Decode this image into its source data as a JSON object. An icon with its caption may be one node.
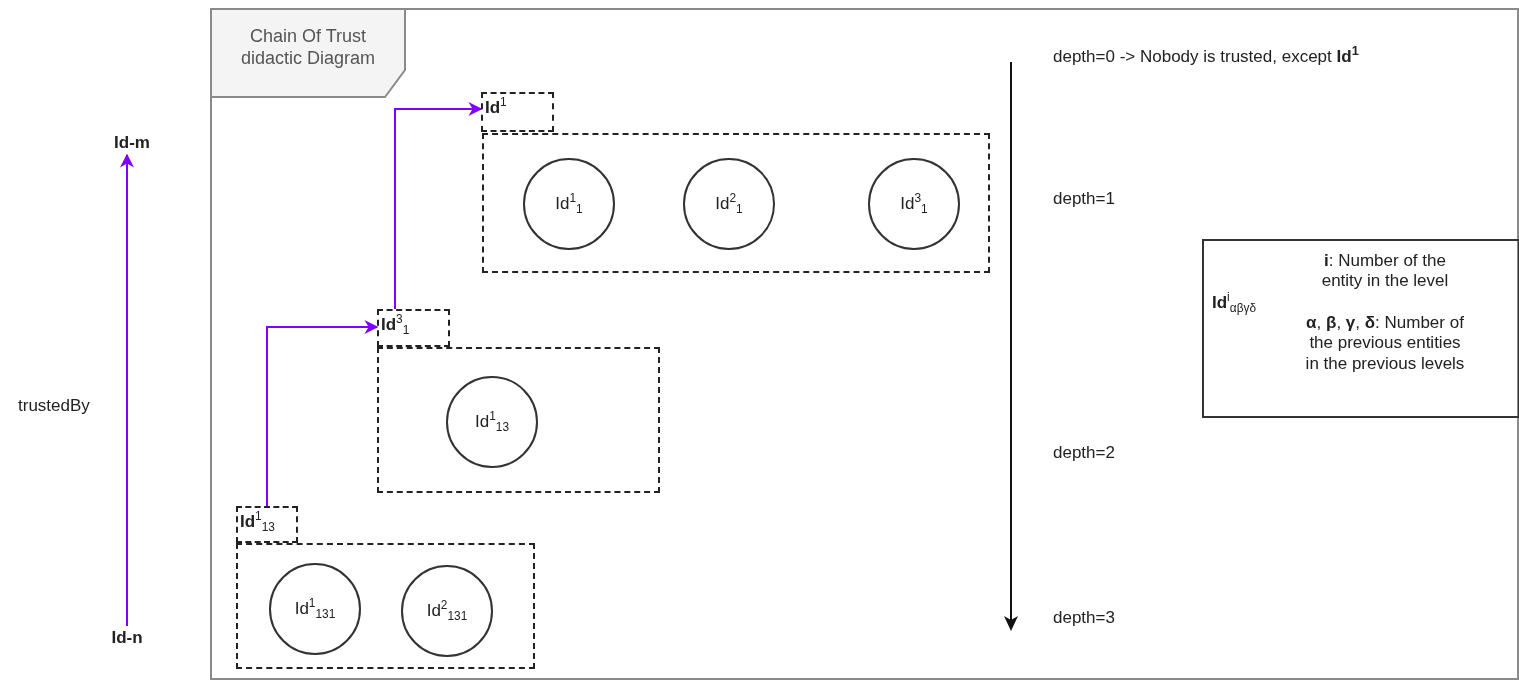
{
  "diagram": {
    "nodes": [
      {
        "text": [
          "Chain Of Trust didactic Diagram"
        ]
      },
      {
        "text": [
          "**Id**$^{1}$"
        ],
        "in": 0
      },
      {
        "text": [],
        "shape": "box",
        "in": 0
      },
      {
        "text": [
          "Id$^{1}$$_{1}$"
        ],
        "in": 2
      },
      {
        "text": [
          "Id$^{2}$$_{1}$"
        ],
        "in": 2
      },
      {
        "text": [
          "Id$^{3}$$_{1}$"
        ],
        "in": 2
      },
      {
        "text": [
          "**Id**$^{3}$$_{1}$"
        ],
        "in": 0
      },
      {
        "text": [],
        "shape": "box",
        "in": 0
      },
      {
        "text": [
          "Id$^{1}$$_{13}$"
        ],
        "in": 7
      },
      {
        "text": [
          "**Id**$^{1}$$_{13}$"
        ],
        "in": 0
      },
      {
        "text": [],
        "shape": "box",
        "in": 0
      },
      {
        "text": [
          "Id$^{1}$$_{131}$"
        ],
        "in": 10
      },
      {
        "text": [
          "Id$^{2}$$_{131}$"
        ],
        "in": 10
      },
      {
        "text": [
          "**Id**$^{i}$$_{αβγδ}$",
          "**i**: Number of the entity in the level",
          "**α**, **β**, **γ**, **δ**: Number of the previous entities in the previous levels"
        ],
        "in": 0
      },
      {
        "text": [
          "Id-m"
        ]
      },
      {
        "text": [
          "Id-n"
        ]
      }
    ],
    "edges": [
      {
        "from": 9,
        "to": 6,
        "arrow": "to"
      },
      {
        "from": 6,
        "to": 1,
        "arrow": "to"
      },
      {
        "from": 15,
        "to": 14,
        "arrow": "to",
        "label": "trustedBy"
      }
    ],
    "labels": [
      "depth=0 -> Nobody is trusted, except **Id**$^{1}$",
      "depth=1",
      "depth=2",
      "depth=3"
    ]
  }
}
